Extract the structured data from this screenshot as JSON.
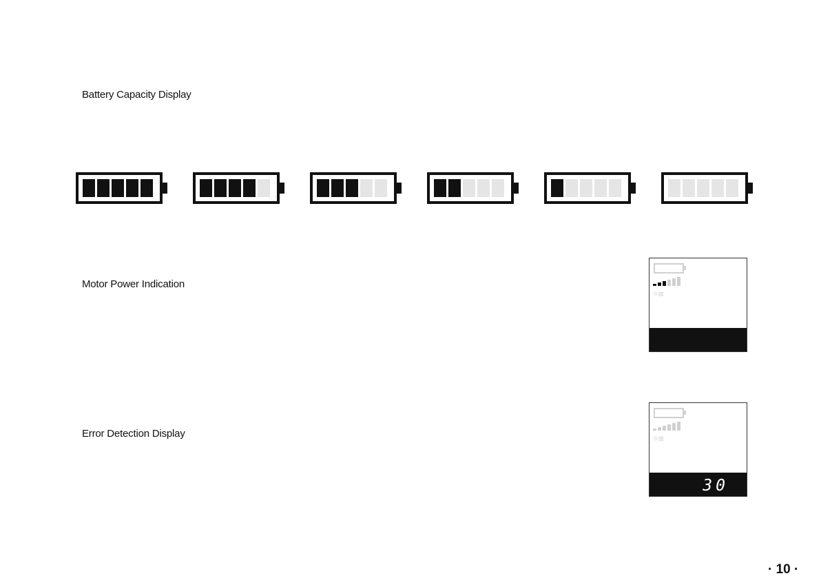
{
  "sections": {
    "battery": {
      "heading": "Battery Capacity Display"
    },
    "motor": {
      "heading": "Motor Power Indication"
    },
    "error": {
      "heading": "Error Detection Display"
    }
  },
  "battery_levels": [
    5,
    4,
    3,
    2,
    1,
    0
  ],
  "battery_cells_total": 5,
  "lcd_motor": {
    "power_level": 3,
    "power_bars_total": 6
  },
  "lcd_error": {
    "power_level": 0,
    "power_bars_total": 6,
    "error_code": "30"
  },
  "page_number": "· 10 ·",
  "colors": {
    "ink": "#111111",
    "ghost_segment": "#d0d0d0",
    "empty_cell": "#e5e5e5"
  }
}
